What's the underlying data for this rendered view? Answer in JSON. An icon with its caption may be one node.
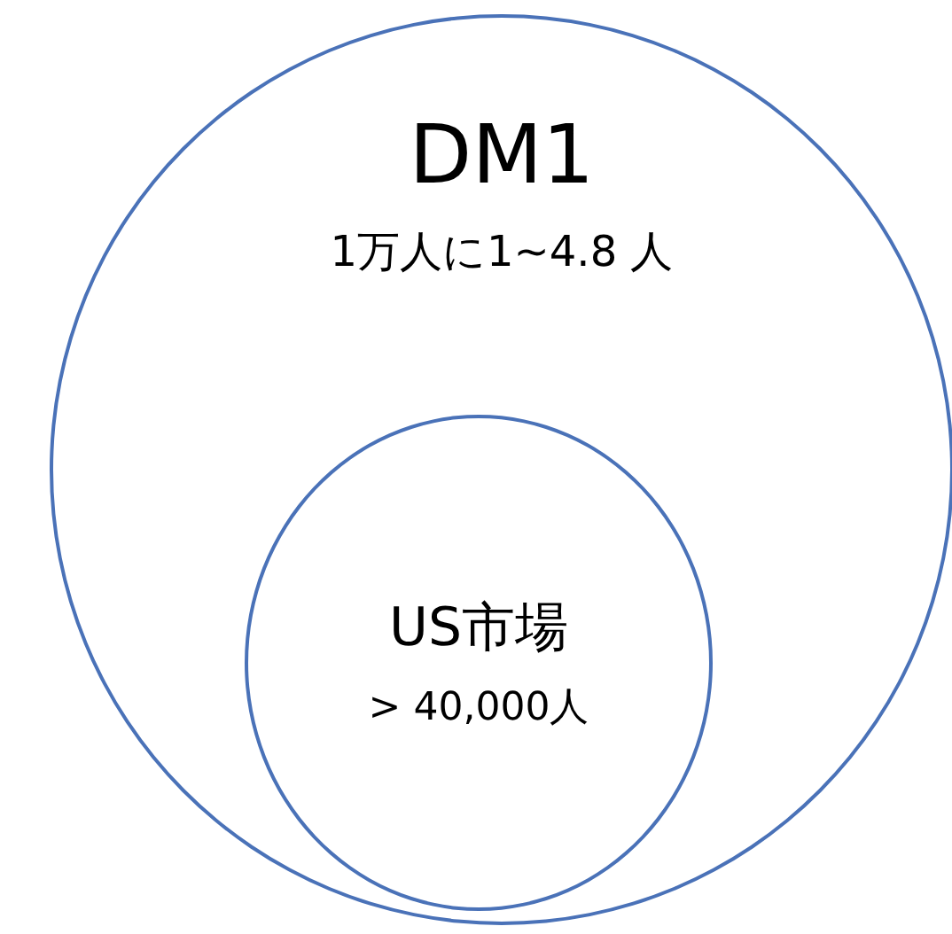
{
  "diagram": {
    "nodes": [
      {
        "text": [
          "DM1",
          "1万人に1~4.8 人"
        ]
      },
      {
        "text": [
          "US市場",
          "> 40,000人"
        ],
        "in": 0
      }
    ]
  }
}
